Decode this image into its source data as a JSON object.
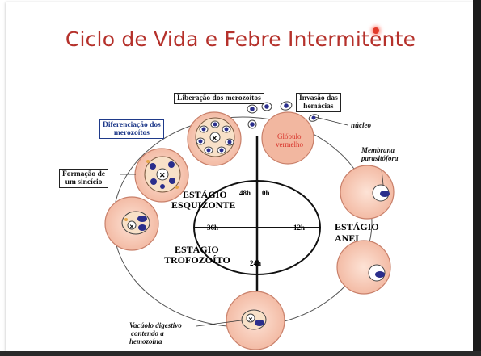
{
  "title": "Ciclo de Vida e Febre Intermitente",
  "stages": {
    "schizont": "ESTÁGIO ESQUIZONTE",
    "schizont_l1": "ESTÁGIO",
    "schizont_l2": "ESQUIZONTE",
    "ring_l1": "ESTÁGIO",
    "ring_l2": "ANEL",
    "troph_l1": "ESTÁGIO",
    "troph_l2": "TROFOZOÍTO"
  },
  "hours": {
    "h48": "48h",
    "h0": "0h",
    "h12": "12h",
    "h24": "24h",
    "h36": "36h"
  },
  "labels": {
    "liberacao": "Liberação dos merozoítos",
    "invasao_l1": "Invasão das",
    "invasao_l2": "hemácias",
    "nucleo": "núcleo",
    "diferenciacao_l1": "Diferenciação dos",
    "diferenciacao_l2": "merozoítos",
    "globulo_l1": "Glóbulo",
    "globulo_l2": "vermelho",
    "membrana_l1": "Membrana",
    "membrana_l2": "parasitófora",
    "formacao_l1": "Formação de",
    "formacao_l2": "um sincício",
    "vacuolo_l1": "Vacúolo digestivo",
    "vacuolo_l2": "contendo a",
    "vacuolo_l3": "hemozoína"
  },
  "colors": {
    "title": "#b5312b",
    "cell_fill": "#f6cbb6",
    "cell_stroke": "#c9806a",
    "parasite": "#2a2e8c",
    "diff_label": "#1f3a8a"
  }
}
